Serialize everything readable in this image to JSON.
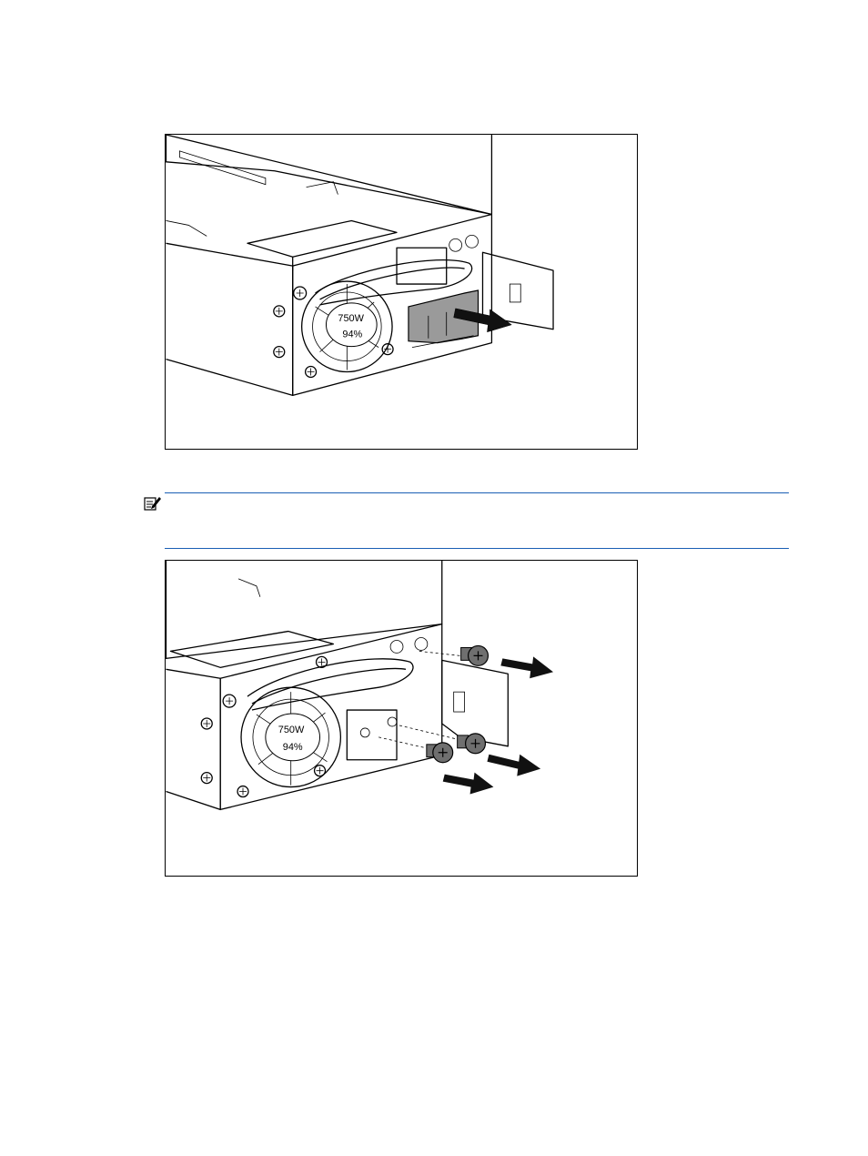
{
  "figure1": {
    "psu_label_watts": "750W",
    "psu_label_efficiency": "94%"
  },
  "note": {
    "icon": "note-pencil-icon",
    "text": ""
  },
  "figure2": {
    "psu_label_watts": "750W",
    "psu_label_efficiency": "94%"
  },
  "colors": {
    "rule": "#1a5fb4",
    "bracket_fill": "#9a9a9a",
    "screw_fill": "#6f6f6f"
  }
}
